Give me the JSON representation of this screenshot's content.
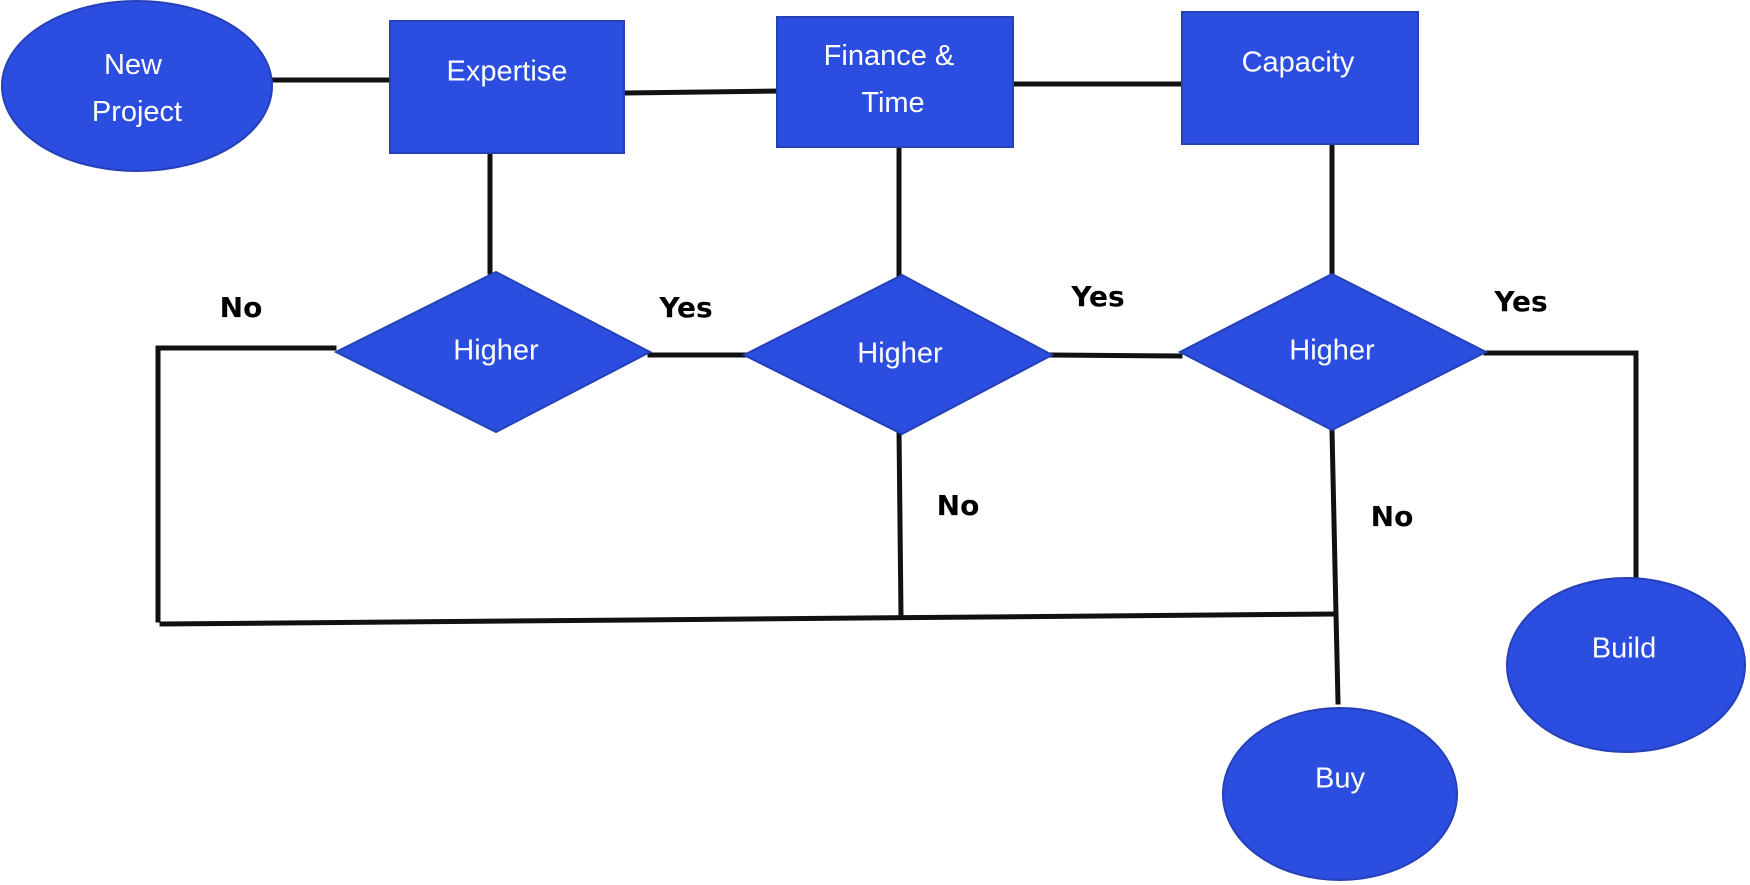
{
  "diagram": {
    "colors": {
      "node_fill": "#2b4de0",
      "node_text": "#ffffff",
      "line": "#111111",
      "label": "#000000"
    },
    "nodes": {
      "new_project": [
        "New",
        "Project"
      ],
      "expertise": [
        "Expertise"
      ],
      "finance_time": [
        "Finance &",
        "Time"
      ],
      "capacity": [
        "Capacity"
      ],
      "higher_1": [
        "Higher"
      ],
      "higher_2": [
        "Higher"
      ],
      "higher_3": [
        "Higher"
      ],
      "buy": [
        "Buy"
      ],
      "build": [
        "Build"
      ]
    },
    "edge_labels": {
      "no_1": "No",
      "yes_1": "Yes",
      "yes_2": "Yes",
      "yes_3": "Yes",
      "no_2": "No",
      "no_3": "No"
    }
  }
}
